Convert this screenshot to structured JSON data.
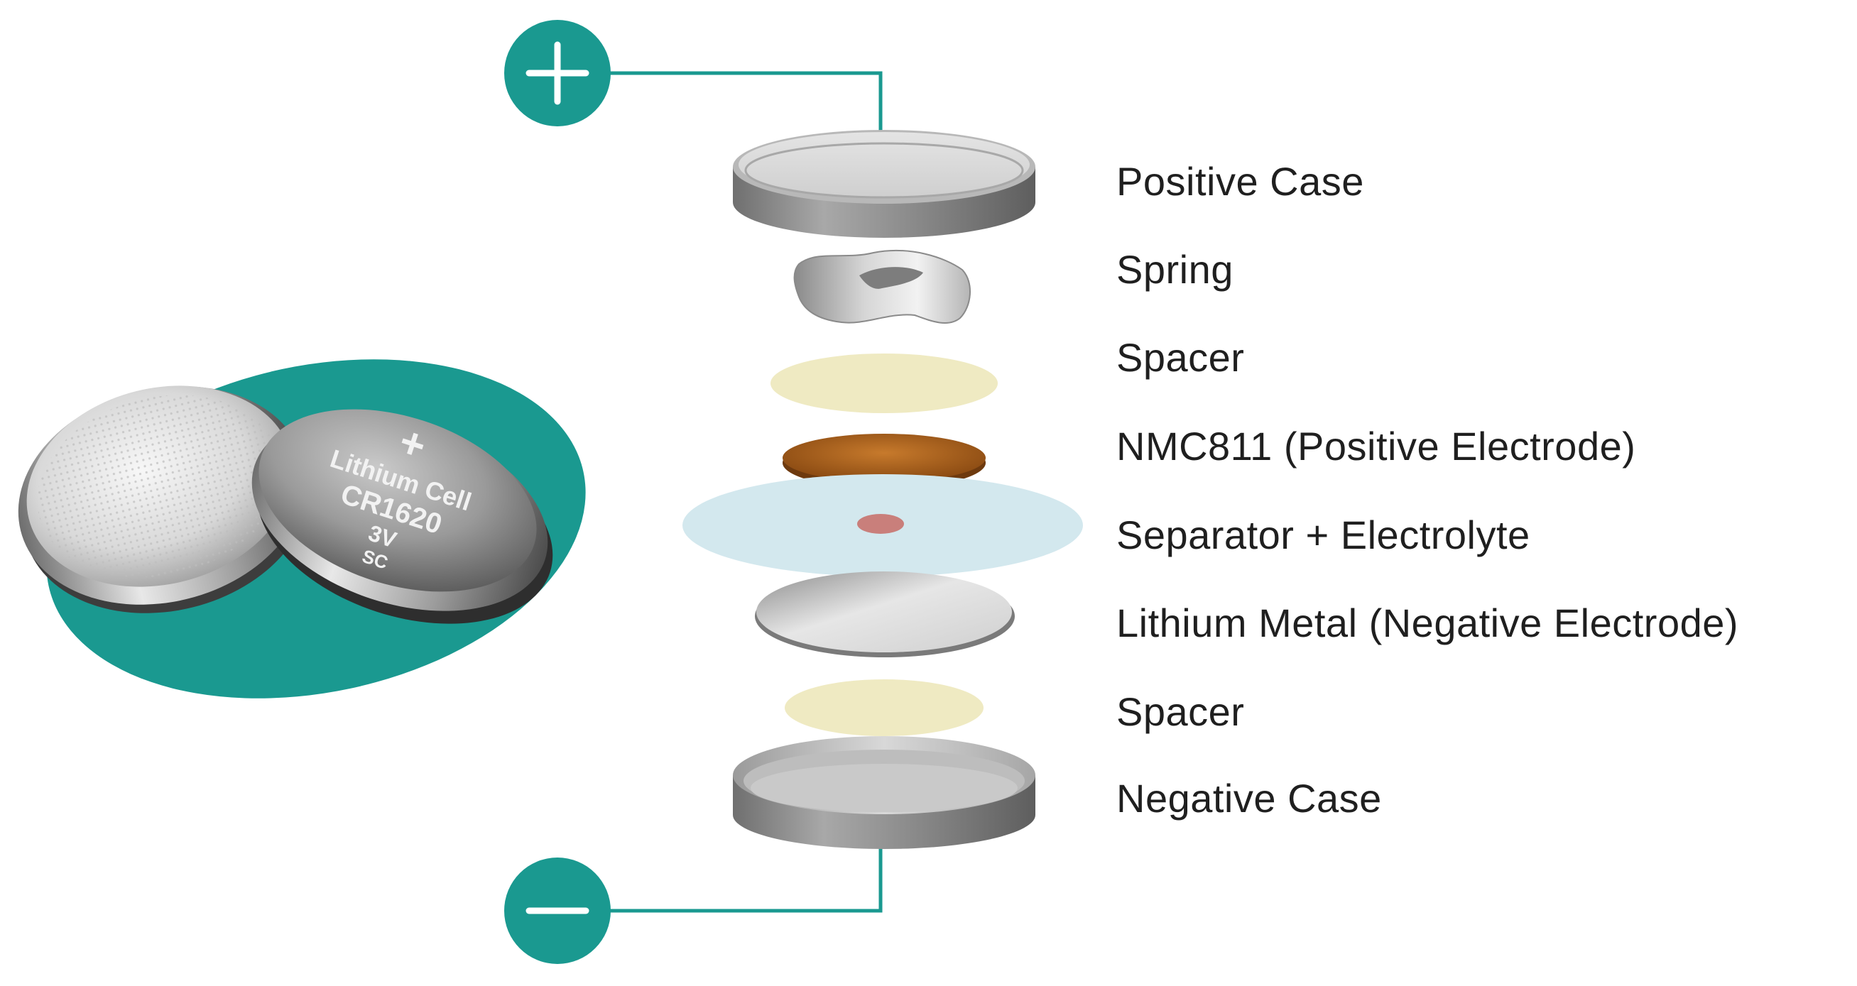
{
  "terminals": {
    "positive_icon": "plus-icon",
    "negative_icon": "minus-icon"
  },
  "colors": {
    "accent": "#1a9990",
    "label_text": "#1f1f1f"
  },
  "coin_cell": {
    "brand_line": "Lithium Cell",
    "model": "CR1620",
    "voltage": "3V",
    "code": "SC",
    "polarity_mark": "+"
  },
  "layers": [
    {
      "label": "Positive Case"
    },
    {
      "label": "Spring"
    },
    {
      "label": "Spacer"
    },
    {
      "label": "NMC811 (Positive Electrode)"
    },
    {
      "label": "Separator + Electrolyte"
    },
    {
      "label": "Lithium Metal (Negative Electrode)"
    },
    {
      "label": "Spacer"
    },
    {
      "label": "Negative Case"
    }
  ]
}
